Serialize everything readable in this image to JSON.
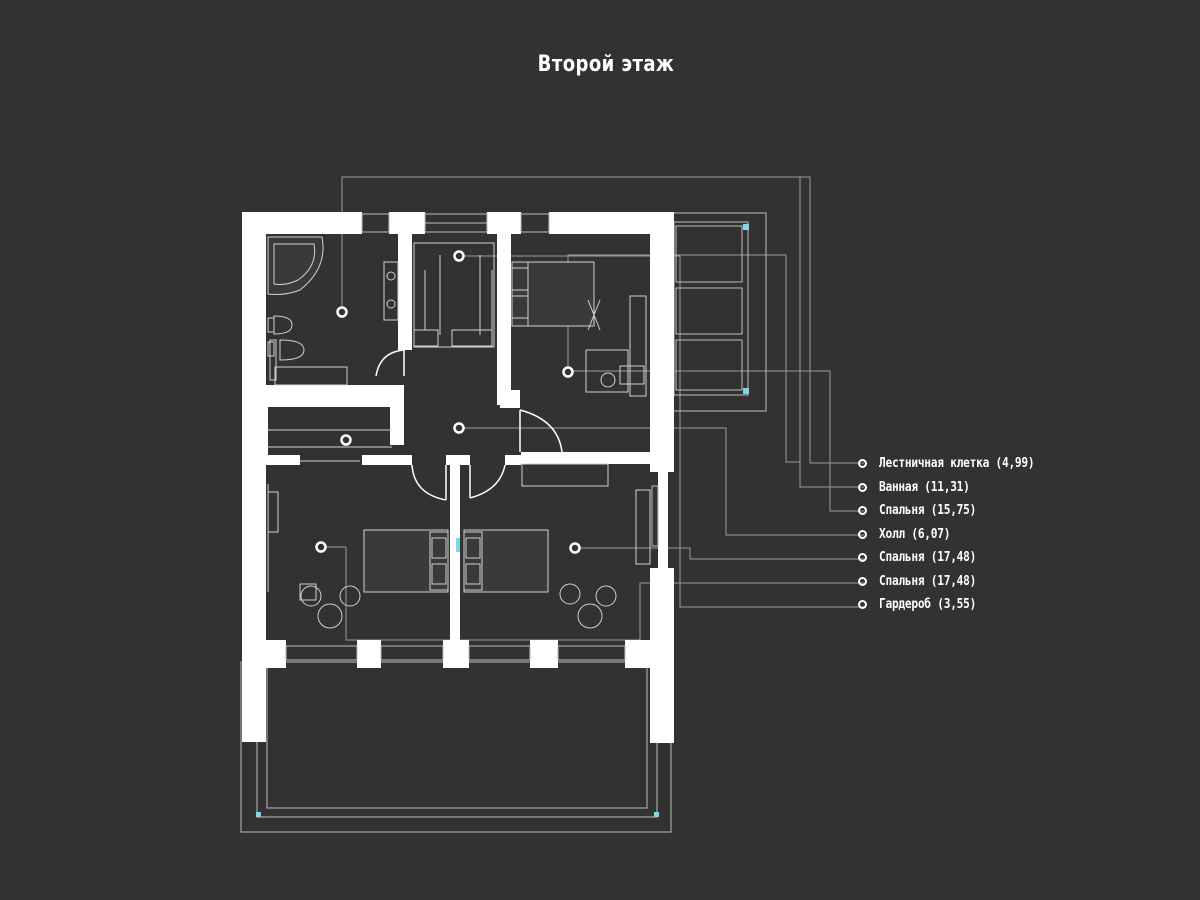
{
  "title": "Второй этаж",
  "rooms": [
    {
      "name": "Лестничная клетка",
      "area": "4,99",
      "label": "Лестничная клетка (4,99)"
    },
    {
      "name": "Ванная",
      "area": "11,31",
      "label": "Ванная (11,31)"
    },
    {
      "name": "Спальня",
      "area": "15,75",
      "label": "Спальня (15,75)"
    },
    {
      "name": "Холл",
      "area": "6,07",
      "label": "Холл (6,07)"
    },
    {
      "name": "Спальня",
      "area": "17,48",
      "label": "Спальня (17,48)"
    },
    {
      "name": "Спальня",
      "area": "17,48",
      "label": "Спальня (17,48)"
    },
    {
      "name": "Гардероб",
      "area": "3,55",
      "label": "Гардероб (3,55)"
    }
  ],
  "colors": {
    "background": "#323232",
    "wall": "#ffffff",
    "line": "#bdbdbd",
    "accent": "#7fd7e8"
  }
}
